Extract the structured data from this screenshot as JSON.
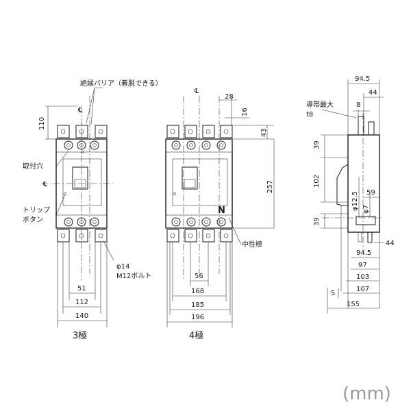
{
  "labels": {
    "barrier": "絶縁バリア（着脱できる）",
    "mount_hole": "取付穴",
    "trip_button_1": "トリップ",
    "trip_button_2": "ボタン",
    "bolt_1": "φ14",
    "bolt_2": "M12ボルト",
    "neutral": "中性極",
    "conductor_1": "導帯最大",
    "conductor_2": "t8",
    "n_mark": "N",
    "centerline": "℄",
    "pole3": "3極",
    "pole4": "4極",
    "unit": "(mm)"
  },
  "dims3": {
    "d110": "110",
    "d51": "51",
    "d112": "112",
    "d140": "140"
  },
  "dims4": {
    "d28": "28",
    "d16": "16",
    "d43": "43",
    "d257": "257",
    "d56": "56",
    "d168": "168",
    "d185": "185",
    "d196": "196"
  },
  "dimsSide": {
    "d94_5_top": "94.5",
    "d44_top": "44",
    "d8": "8",
    "d39_top": "39",
    "d102": "102",
    "d39_bot": "39",
    "d12_5": "φ12.5",
    "d7": "φ7",
    "d59": "59",
    "d44_bot": "44",
    "d94_5": "94.5",
    "d97": "97",
    "d103": "103",
    "d5": "5",
    "d107": "107",
    "d155": "155"
  }
}
